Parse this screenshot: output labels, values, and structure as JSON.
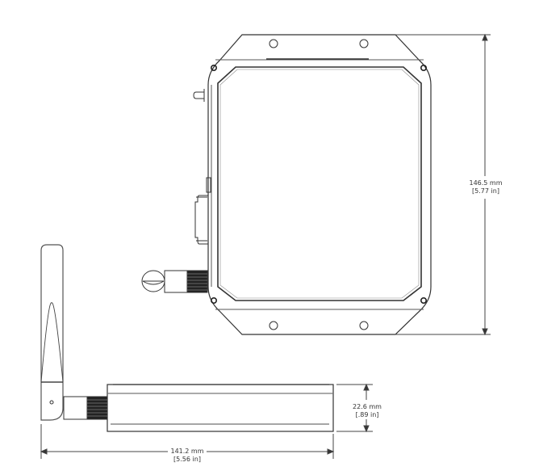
{
  "drawing": {
    "title": "Device dimensional drawing",
    "line_color": "#333333",
    "background": "#ffffff"
  },
  "dimensions": {
    "height": {
      "mm": "146.5 mm",
      "in": "[5.77 in]"
    },
    "depth": {
      "mm": "22.6 mm",
      "in": "[.89 in]"
    },
    "width": {
      "mm": "141.2 mm",
      "in": "[5.56 in]"
    }
  },
  "views": [
    {
      "name": "top-view",
      "features": [
        "mounting-flanges",
        "mounting-holes",
        "corner-screws",
        "lid",
        "antenna-connector",
        "side-connectors"
      ]
    },
    {
      "name": "side-view",
      "features": [
        "enclosure-body",
        "antenna",
        "antenna-connector"
      ]
    }
  ]
}
